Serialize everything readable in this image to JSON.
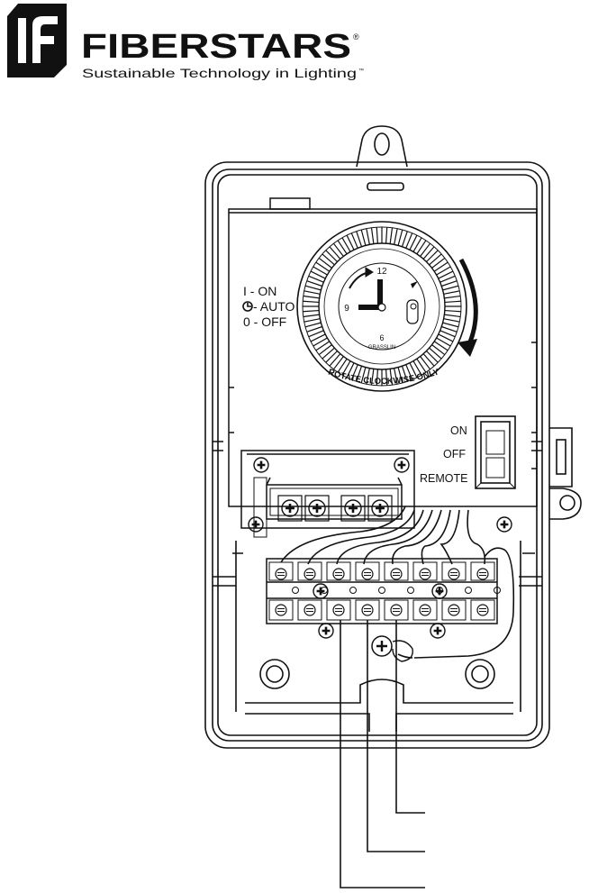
{
  "brand": {
    "name": "FIBERSTARS",
    "registered": "®",
    "tagline": "Sustainable Technology in Lighting",
    "trademark": "™",
    "logo_mark": "IF-monogram"
  },
  "timer": {
    "mode_on": "I - ON",
    "mode_auto": "- AUTO",
    "mode_off": "0 - OFF",
    "dial_top": "12",
    "dial_left": "9",
    "dial_bottom": "6",
    "maker": "GRASSLIN",
    "instruction": "ROTATE CLOCKWISE ONLY"
  },
  "switch": {
    "on": "ON",
    "off": "OFF",
    "remote": "REMOTE"
  },
  "colors": {
    "line": "#111111",
    "background": "#ffffff"
  }
}
